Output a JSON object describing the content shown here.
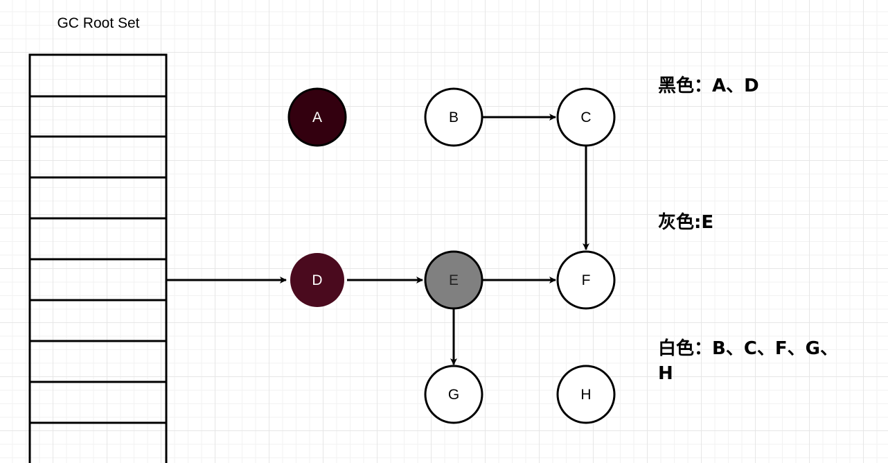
{
  "root_set": {
    "title": "GC Root Set"
  },
  "nodes": {
    "A": {
      "label": "A",
      "color": "#33000f"
    },
    "B": {
      "label": "B",
      "color": "#ffffff"
    },
    "C": {
      "label": "C",
      "color": "#ffffff"
    },
    "D": {
      "label": "D",
      "color": "#4a0a1e"
    },
    "E": {
      "label": "E",
      "color": "#808080"
    },
    "F": {
      "label": "F",
      "color": "#ffffff"
    },
    "G": {
      "label": "G",
      "color": "#ffffff"
    },
    "H": {
      "label": "H",
      "color": "#ffffff"
    }
  },
  "edges": [
    [
      "root",
      "D"
    ],
    [
      "D",
      "E"
    ],
    [
      "E",
      "F"
    ],
    [
      "E",
      "G"
    ],
    [
      "B",
      "C"
    ],
    [
      "C",
      "F"
    ]
  ],
  "legend": {
    "black": "黑色：A、D",
    "gray": "灰色:E",
    "white": "白色：B、C、F、G、H"
  }
}
